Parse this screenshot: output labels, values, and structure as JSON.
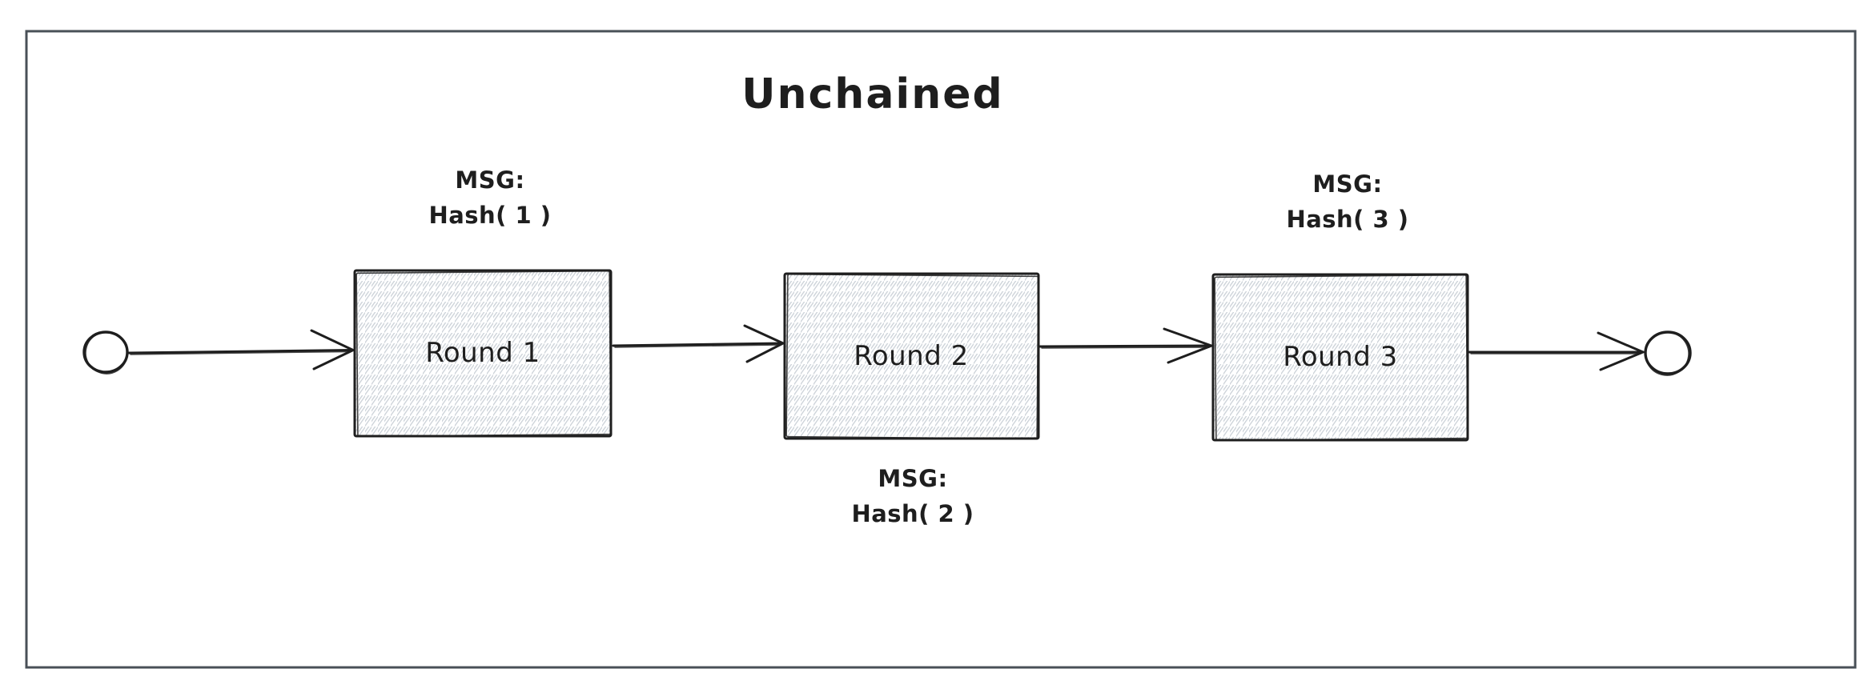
{
  "title": "Unchained",
  "colors": {
    "stroke": "#1e1e1e",
    "frame": "#495057",
    "box_hachure": "#ced4da",
    "start_node_hachure": "#e64980",
    "end_node_hachure": "#40c057"
  },
  "diagram": {
    "boxes": [
      {
        "label": "Round 1"
      },
      {
        "label": "Round 2"
      },
      {
        "label": "Round 3"
      }
    ],
    "annotations": [
      {
        "line1": "MSG:",
        "line2": "Hash( 1 )",
        "position": "above"
      },
      {
        "line1": "MSG:",
        "line2": "Hash( 2 )",
        "position": "below"
      },
      {
        "line1": "MSG:",
        "line2": "Hash( 3 )",
        "position": "above"
      }
    ]
  }
}
